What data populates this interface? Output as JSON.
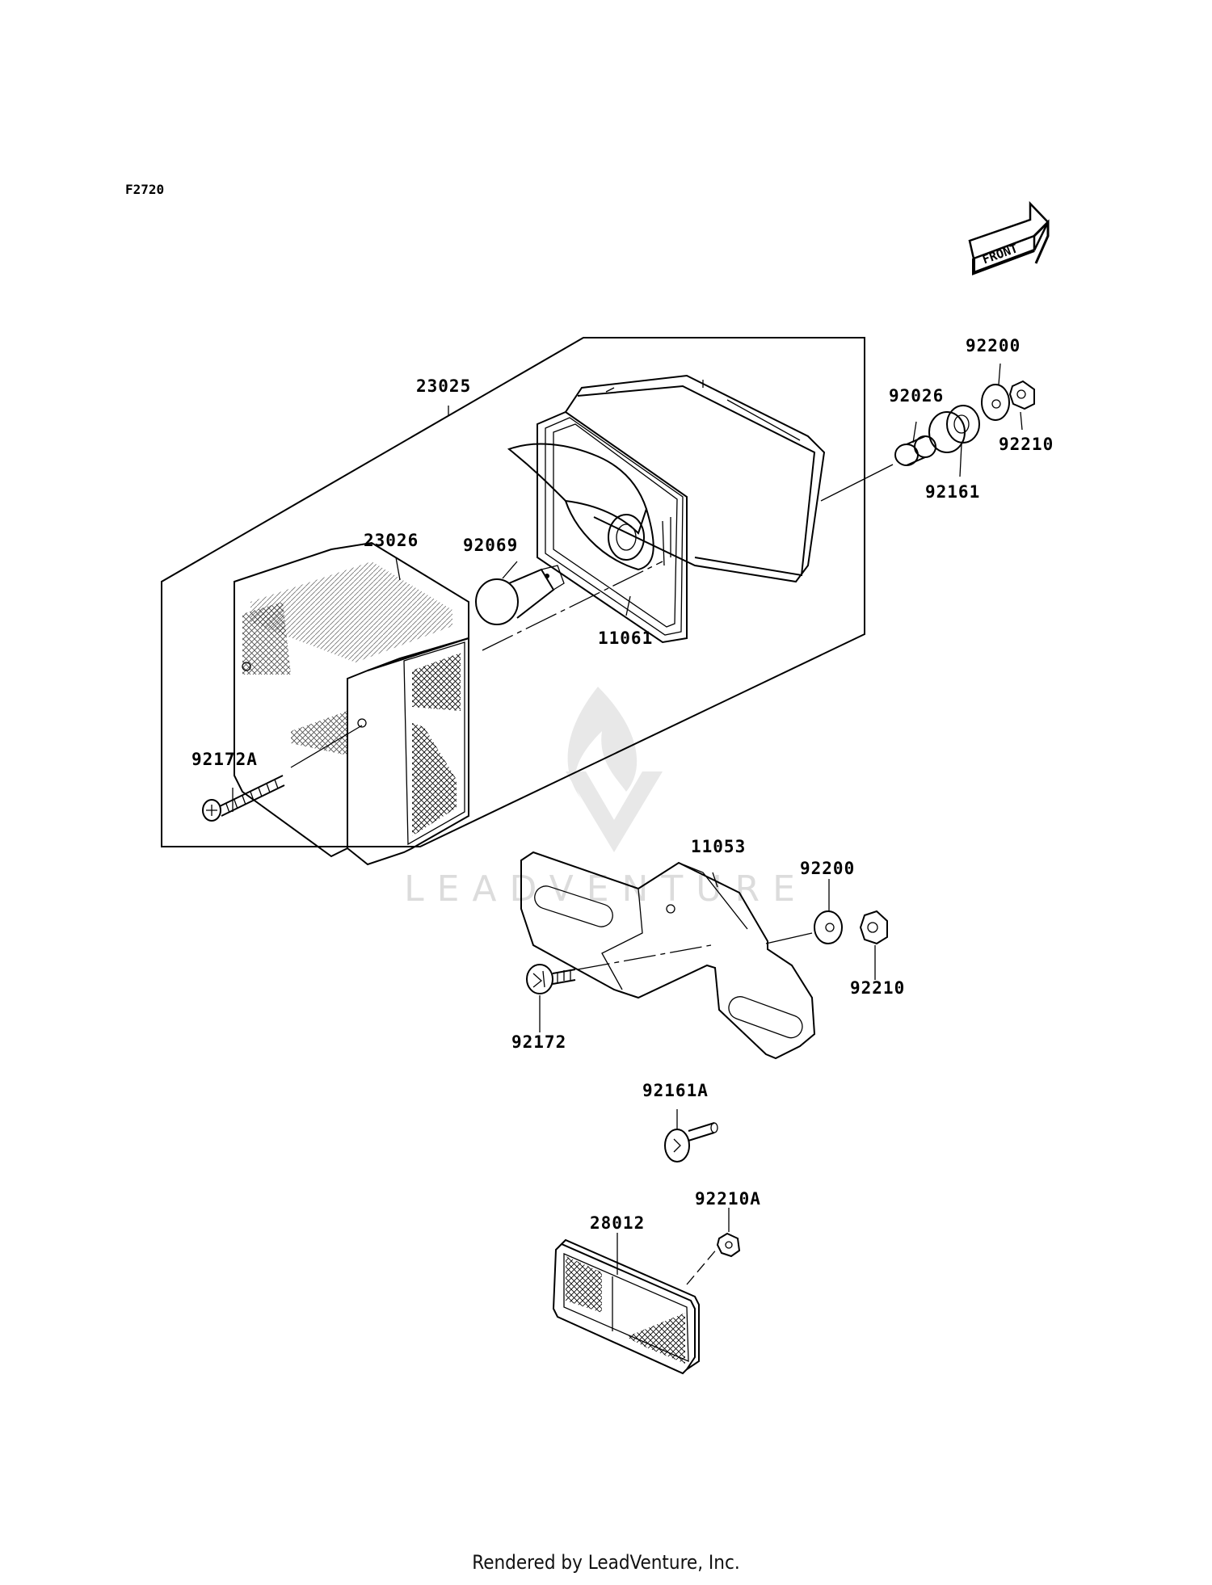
{
  "figure_code": "F2720",
  "front_arrow": {
    "text": "FRONT",
    "icon": "front-arrow-icon"
  },
  "watermark": "LEADVENTURE",
  "footer": "Rendered by LeadVenture, Inc.",
  "labels": {
    "p23025": "23025",
    "p92200_top": "92200",
    "p92026": "92026",
    "p92210_top": "92210",
    "p92161": "92161",
    "p23026": "23026",
    "p92069": "92069",
    "p11061": "11061",
    "p92172A": "92172A",
    "p11053": "11053",
    "p92200_mid": "92200",
    "p92210_mid": "92210",
    "p92172": "92172",
    "p92161A": "92161A",
    "p92210A": "92210A",
    "p28012": "28012"
  }
}
